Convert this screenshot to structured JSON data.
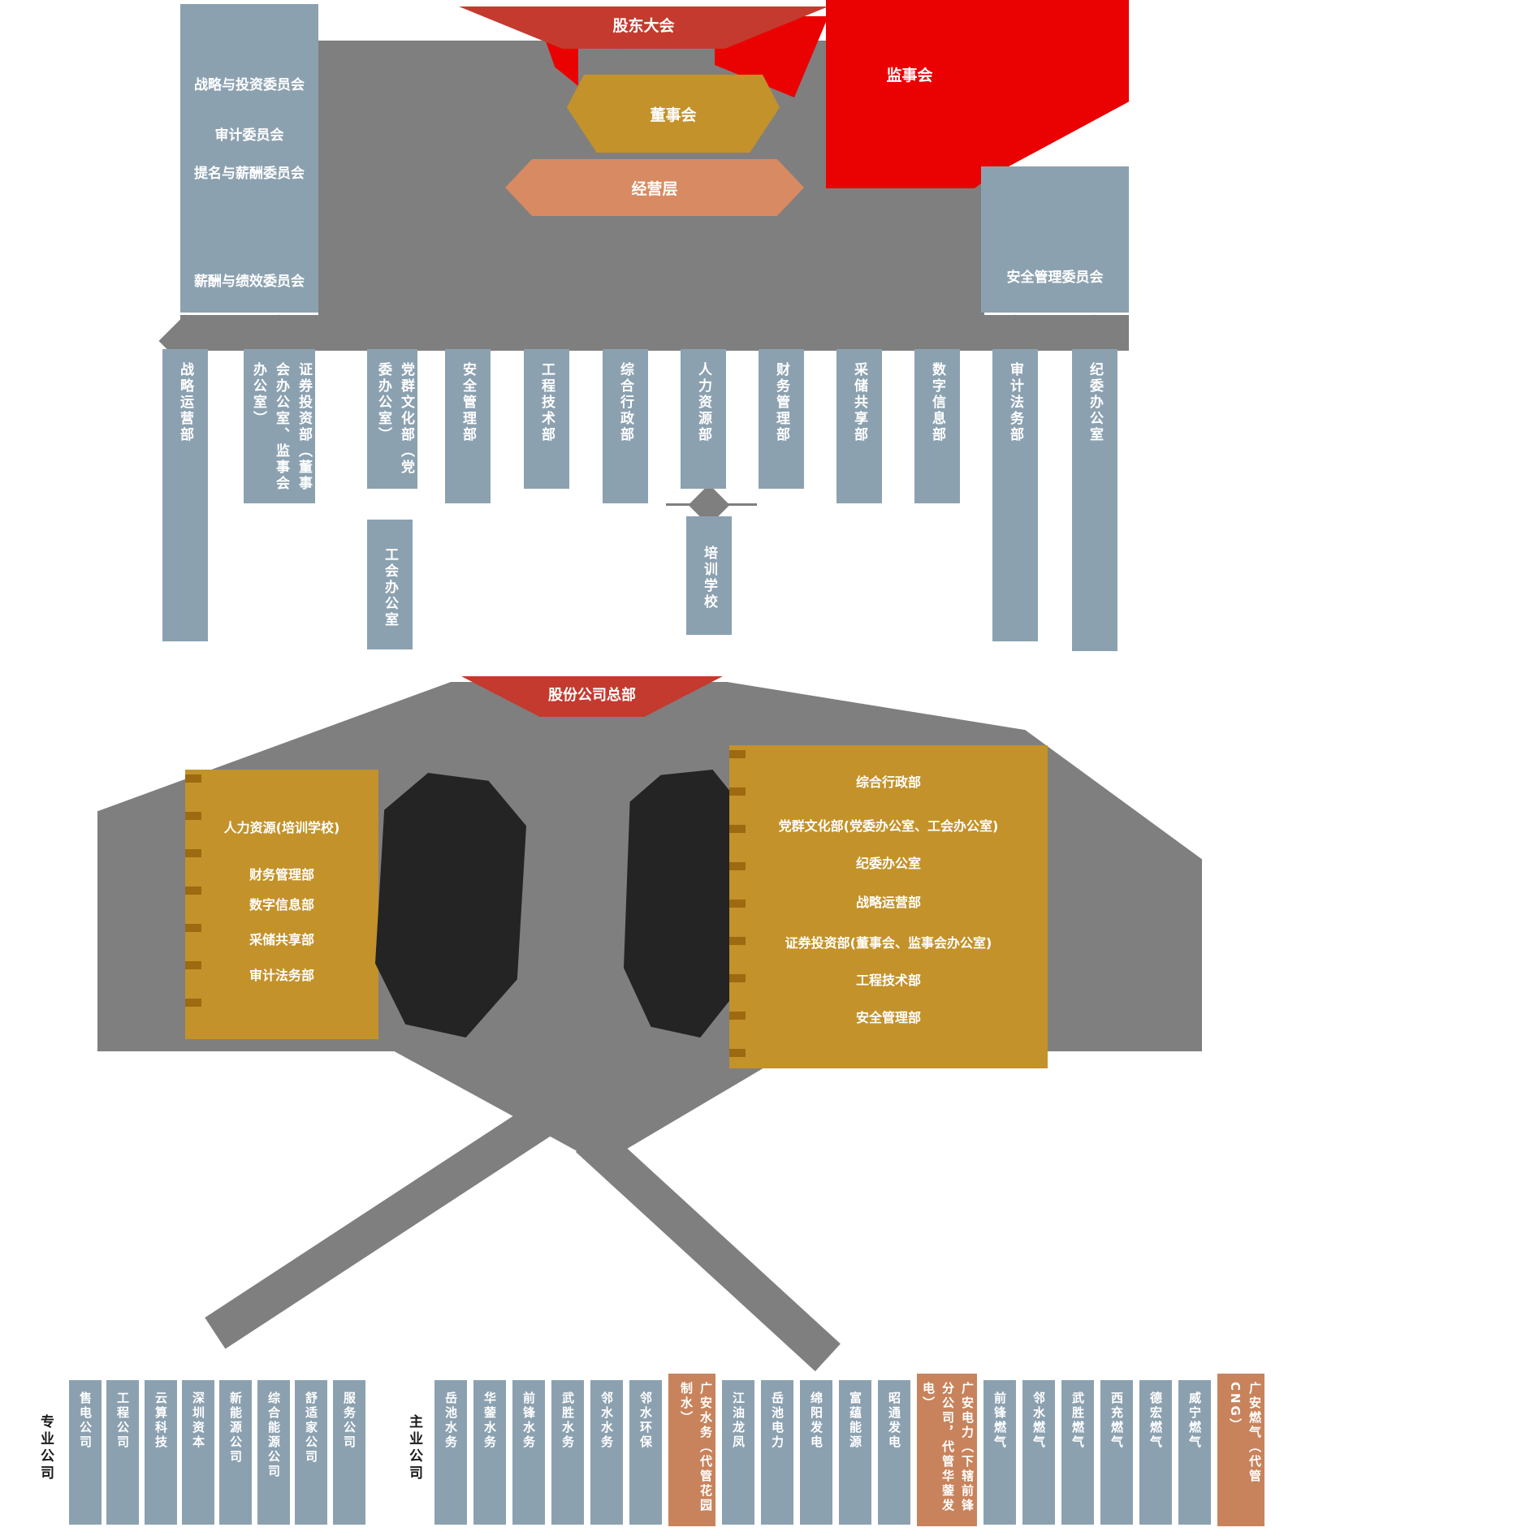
{
  "top_chart": {
    "shareholders_meeting": "股东大会",
    "supervisory_board": "监事会",
    "board_of_directors": "董事会",
    "management": "经营层",
    "left_committees": [
      "战略与投资委员会",
      "审计委员会",
      "提名与薪酬委员会",
      "薪酬与绩效委员会"
    ],
    "safety_committee": "安全管理委员会",
    "departments": [
      "战略运营部",
      "证券投资部（董事会办公室、监事会办公室）",
      "党群文化部（党委办公室）",
      "安全管理部",
      "工程技术部",
      "综合行政部",
      "人力资源部",
      "财务管理部",
      "采储共享部",
      "数字信息部",
      "审计法务部",
      "纪委办公室"
    ],
    "union_office": "工会办公室",
    "training_school": "培训学校"
  },
  "hq_chart": {
    "title": "股份公司总部",
    "left_departments": [
      "人力资源(培训学校)",
      "财务管理部",
      "数字信息部",
      "采储共享部",
      "审计法务部"
    ],
    "right_departments": [
      "综合行政部",
      "党群文化部(党委办公室、工会办公室)",
      "纪委办公室",
      "战略运营部",
      "证券投资部(董事会、监事会办公室)",
      "工程技术部",
      "安全管理部"
    ]
  },
  "companies": {
    "professional_label": "专业公司",
    "professional": [
      "售电公司",
      "工程公司",
      "云算科技",
      "深圳资本",
      "新能源公司",
      "综合能源公司",
      "舒适家公司",
      "服务公司"
    ],
    "main_label": "主业公司",
    "main": [
      "岳池水务",
      "华蓥水务",
      "前锋水务",
      "武胜水务",
      "邻水水务",
      "邻水环保",
      "广安水务（代管花园制水）",
      "江油龙凤",
      "岳池电力",
      "绵阳发电",
      "富蕴能源",
      "昭通发电",
      "广安电力（下辖前锋分公司，代管华蓥发电）",
      "前锋燃气",
      "邻水燃气",
      "武胜燃气",
      "西充燃气",
      "德宏燃气",
      "威宁燃气",
      "广安燃气（代管CNG）"
    ]
  },
  "colors": {
    "steel_blue": "#8ca1b0",
    "gold": "#c3922a",
    "banner_red": "#c43a2e",
    "bright_red": "#ea0202",
    "management_orange": "#d88a62",
    "company_orange": "#c8835c",
    "connector_gray": "#7f7f7f",
    "dark_shape": "#242424"
  }
}
